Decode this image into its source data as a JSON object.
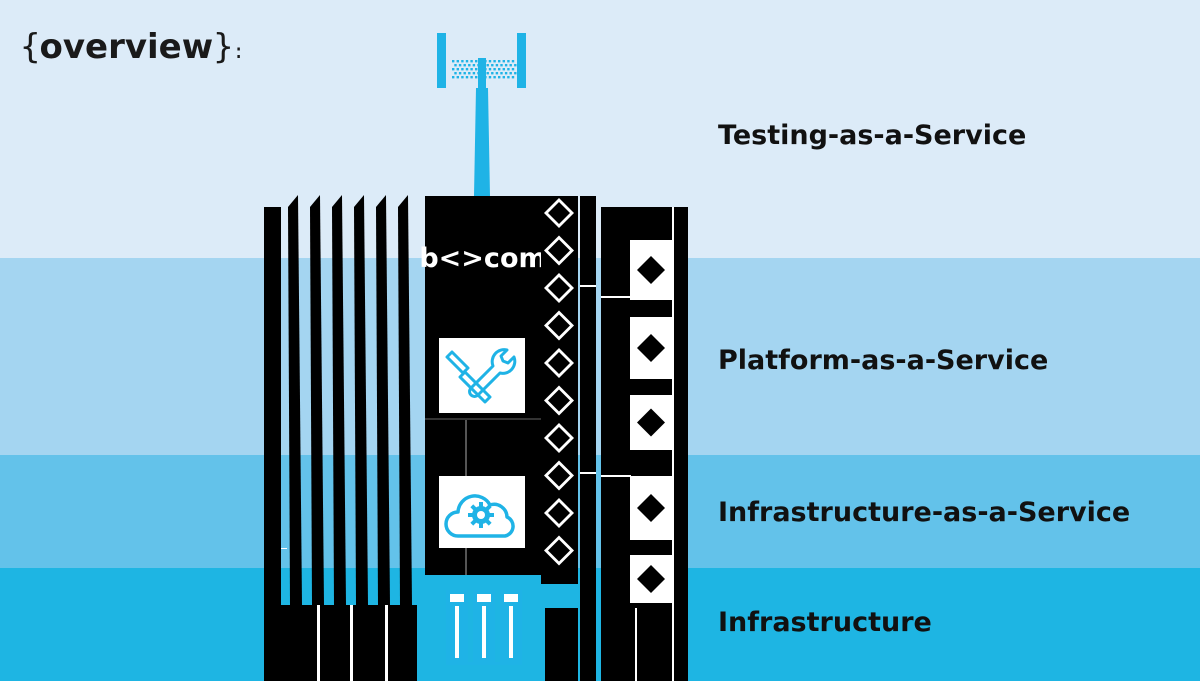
{
  "title": {
    "open_brace": "{",
    "word": "overview",
    "close_brace": "}",
    "colon": ":"
  },
  "layers": [
    {
      "label": "Testing-as-a-Service",
      "color": "#dcebf8"
    },
    {
      "label": "Platform-as-a-Service",
      "color": "#a4d5f1"
    },
    {
      "label": "Infrastructure-as-a-Service",
      "color": "#63c2ea"
    },
    {
      "label": "Infrastructure",
      "color": "#1eb5e3"
    }
  ],
  "logo": {
    "text": "b<>com"
  },
  "icons": [
    "antenna-icon",
    "tools-icon",
    "cloud-gear-icon",
    "servers-icon"
  ],
  "colors": {
    "building": "#000000",
    "accent": "#1fb3e6",
    "white": "#ffffff"
  }
}
